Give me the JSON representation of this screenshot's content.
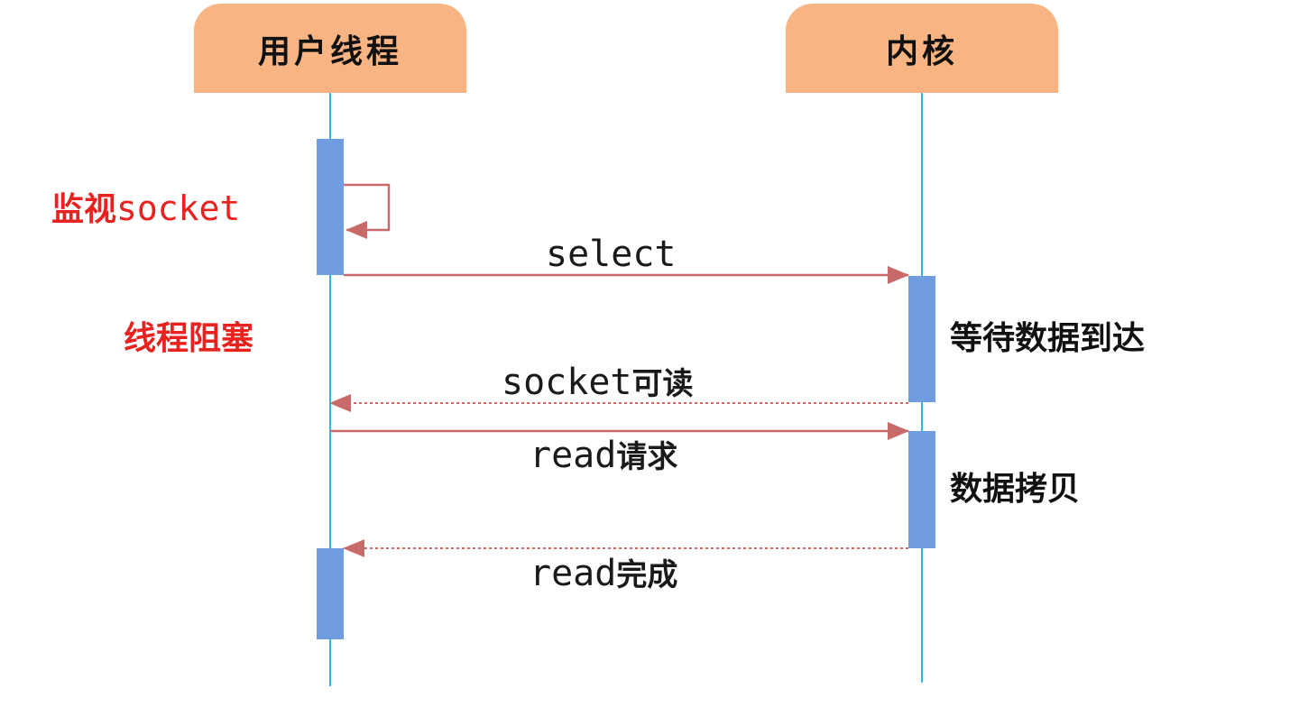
{
  "participants": {
    "user_thread": "用户线程",
    "kernel": "内核"
  },
  "notes": {
    "monitor_prefix": "监视",
    "monitor_suffix": "socket",
    "thread_blocked": "线程阻塞",
    "wait_data": "等待数据到达",
    "data_copy": "数据拷贝"
  },
  "messages": {
    "select": "select",
    "readable_prefix": "socket",
    "readable_suffix": "可读",
    "read_request_prefix": "read",
    "read_request_suffix": "请求",
    "read_done_prefix": "read",
    "read_done_suffix": "完成"
  },
  "colors": {
    "participant_fill": "#f8b583",
    "lifeline": "#35b4e0",
    "activation": "#6f9de0",
    "arrow": "#c96a6a",
    "note_red": "#e8221f"
  }
}
